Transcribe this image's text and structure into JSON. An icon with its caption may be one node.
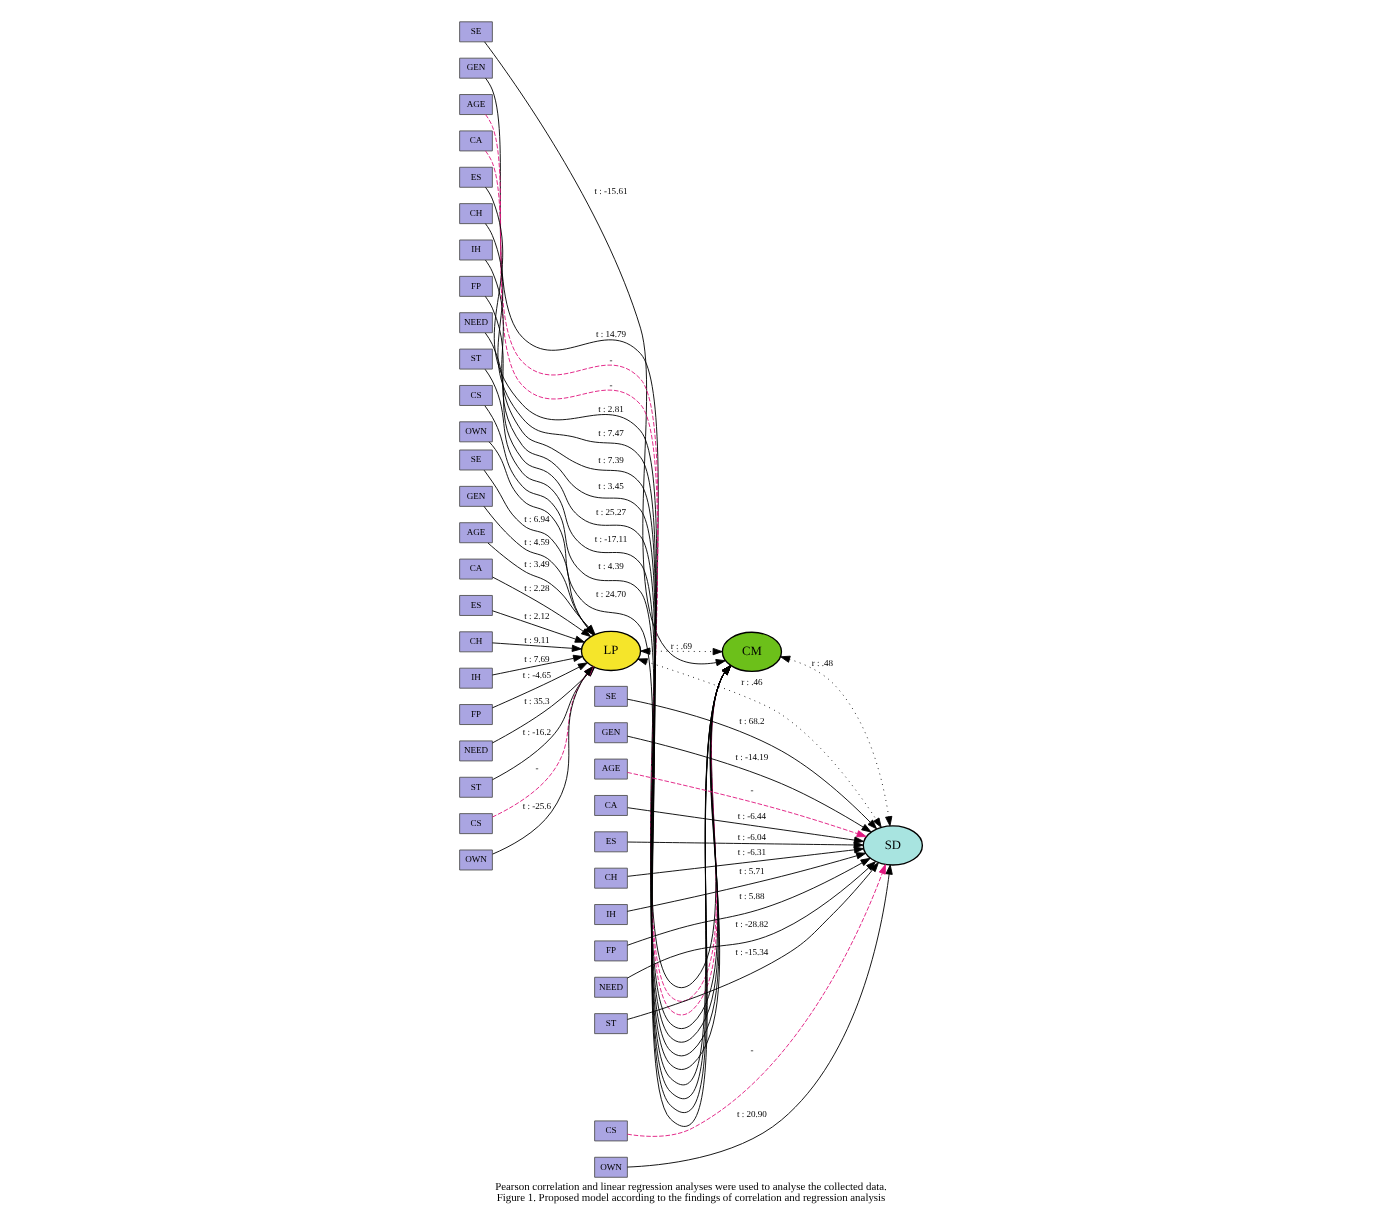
{
  "diagram": {
    "title": "Pearson correlation and linear regression analyses were used to analyse the collected data.",
    "caption": "Figure 1. Proposed model according to the findings of correlation and regression analysis",
    "nodes": [
      {
        "text": [
          "LP"
        ]
      },
      {
        "text": [
          "CM"
        ]
      },
      {
        "text": [
          "SD"
        ]
      },
      {
        "text": [
          "SE"
        ]
      },
      {
        "text": [
          "GEN"
        ]
      },
      {
        "text": [
          "AGE"
        ]
      },
      {
        "text": [
          "CA"
        ]
      },
      {
        "text": [
          "ES"
        ]
      },
      {
        "text": [
          "CH"
        ]
      },
      {
        "text": [
          "IH"
        ]
      },
      {
        "text": [
          "FP"
        ]
      },
      {
        "text": [
          "NEED"
        ]
      },
      {
        "text": [
          "ST"
        ]
      },
      {
        "text": [
          "CS"
        ]
      },
      {
        "text": [
          "OWN"
        ]
      },
      {
        "text": [
          "SE"
        ]
      },
      {
        "text": [
          "GEN"
        ]
      },
      {
        "text": [
          "AGE"
        ]
      },
      {
        "text": [
          "CA"
        ]
      },
      {
        "text": [
          "ES"
        ]
      },
      {
        "text": [
          "CH"
        ]
      },
      {
        "text": [
          "IH"
        ]
      },
      {
        "text": [
          "FP"
        ]
      },
      {
        "text": [
          "NEED"
        ]
      },
      {
        "text": [
          "ST"
        ]
      },
      {
        "text": [
          "CS"
        ]
      },
      {
        "text": [
          "OWN"
        ]
      },
      {
        "text": [
          "SE"
        ]
      },
      {
        "text": [
          "GEN"
        ]
      },
      {
        "text": [
          "AGE"
        ]
      },
      {
        "text": [
          "CA"
        ]
      },
      {
        "text": [
          "ES"
        ]
      },
      {
        "text": [
          "CH"
        ]
      },
      {
        "text": [
          "IH"
        ]
      },
      {
        "text": [
          "FP"
        ]
      },
      {
        "text": [
          "NEED"
        ]
      },
      {
        "text": [
          "ST"
        ]
      },
      {
        "text": [
          "CS"
        ]
      },
      {
        "text": [
          "OWN"
        ]
      }
    ],
    "edges": [
      {
        "from": 0,
        "to": 1,
        "arrow": "both",
        "label": "r : .69",
        "style": "dashed"
      },
      {
        "from": 0,
        "to": 2,
        "arrow": "both",
        "label": "r : .46",
        "style": "dashed"
      },
      {
        "from": 1,
        "to": 2,
        "arrow": "both",
        "label": "r : .48",
        "style": "dashed"
      },
      {
        "from": 3,
        "to": 0,
        "arrow": "to",
        "label": "t : 6.94"
      },
      {
        "from": 4,
        "to": 0,
        "arrow": "to",
        "label": "t : 4.59"
      },
      {
        "from": 5,
        "to": 0,
        "arrow": "to",
        "label": "t : 3.49"
      },
      {
        "from": 6,
        "to": 0,
        "arrow": "to",
        "label": "t : 2.28"
      },
      {
        "from": 7,
        "to": 0,
        "arrow": "to",
        "label": "t : 2.12"
      },
      {
        "from": 8,
        "to": 0,
        "arrow": "to",
        "label": "t : 9.11"
      },
      {
        "from": 9,
        "to": 0,
        "arrow": "to",
        "label": "t : 7.69"
      },
      {
        "from": 10,
        "to": 0,
        "arrow": "to",
        "label": "t : -4.65"
      },
      {
        "from": 11,
        "to": 0,
        "arrow": "to",
        "label": "t : 35.3"
      },
      {
        "from": 12,
        "to": 0,
        "arrow": "to",
        "label": "t : -16.2"
      },
      {
        "from": 13,
        "to": 0,
        "arrow": "to",
        "label": "-",
        "style": "dashed",
        "color": "#e0177f"
      },
      {
        "from": 14,
        "to": 0,
        "arrow": "to",
        "label": "t : -25.6"
      },
      {
        "from": 15,
        "to": 1,
        "arrow": "to",
        "label": "t : -15.61"
      },
      {
        "from": 16,
        "to": 1,
        "arrow": "to",
        "label": "t : 14.79"
      },
      {
        "from": 17,
        "to": 1,
        "arrow": "to",
        "label": "-",
        "style": "dashed",
        "color": "#e0177f"
      },
      {
        "from": 18,
        "to": 1,
        "arrow": "to",
        "label": "-",
        "style": "dashed",
        "color": "#e0177f"
      },
      {
        "from": 19,
        "to": 1,
        "arrow": "to",
        "label": "t : 2.81"
      },
      {
        "from": 20,
        "to": 1,
        "arrow": "to",
        "label": "t : 7.47"
      },
      {
        "from": 21,
        "to": 1,
        "arrow": "to",
        "label": "t : 7.39"
      },
      {
        "from": 22,
        "to": 1,
        "arrow": "to",
        "label": "t : 3.45"
      },
      {
        "from": 23,
        "to": 1,
        "arrow": "to",
        "label": "t : 25.27"
      },
      {
        "from": 24,
        "to": 1,
        "arrow": "to",
        "label": "t : -17.11"
      },
      {
        "from": 25,
        "to": 1,
        "arrow": "to",
        "label": "t : 4.39"
      },
      {
        "from": 26,
        "to": 1,
        "arrow": "to",
        "label": "t : 24.70"
      },
      {
        "from": 27,
        "to": 2,
        "arrow": "to",
        "label": "t : 68.2"
      },
      {
        "from": 28,
        "to": 2,
        "arrow": "to",
        "label": "t : -14.19"
      },
      {
        "from": 29,
        "to": 2,
        "arrow": "to",
        "label": "-",
        "style": "dashed",
        "color": "#e0177f"
      },
      {
        "from": 30,
        "to": 2,
        "arrow": "to",
        "label": "t : -6.44"
      },
      {
        "from": 31,
        "to": 2,
        "arrow": "to",
        "label": "t : -6.04"
      },
      {
        "from": 32,
        "to": 2,
        "arrow": "to",
        "label": "t : -6.31"
      },
      {
        "from": 33,
        "to": 2,
        "arrow": "to",
        "label": "t : 5.71"
      },
      {
        "from": 34,
        "to": 2,
        "arrow": "to",
        "label": "t : 5.88"
      },
      {
        "from": 35,
        "to": 2,
        "arrow": "to",
        "label": "t : -28.82"
      },
      {
        "from": 36,
        "to": 2,
        "arrow": "to",
        "label": "t : -15.34"
      },
      {
        "from": 37,
        "to": 2,
        "arrow": "to",
        "label": "-",
        "style": "dashed",
        "color": "#e0177f"
      },
      {
        "from": 38,
        "to": 2,
        "arrow": "to",
        "label": "t : 20.90"
      }
    ]
  }
}
